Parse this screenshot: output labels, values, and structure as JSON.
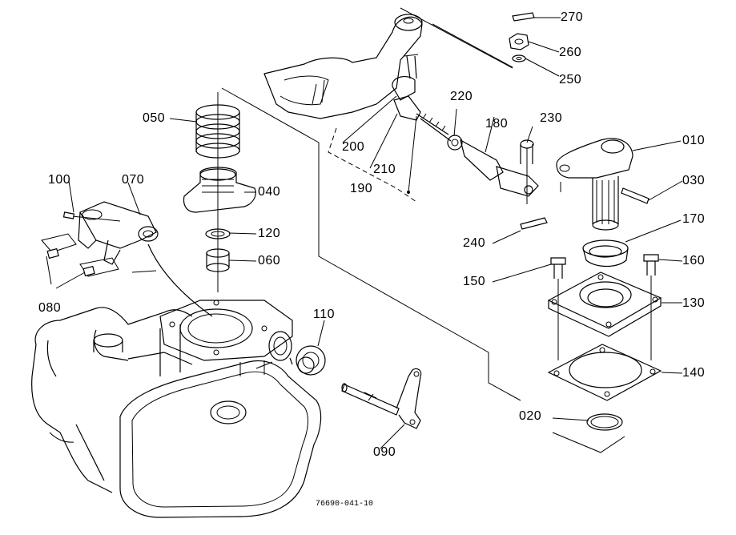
{
  "drawing_number": "76690-041-10",
  "parts": [
    {
      "id": "p010",
      "label": "010"
    },
    {
      "id": "p020",
      "label": "020"
    },
    {
      "id": "p030",
      "label": "030"
    },
    {
      "id": "p040",
      "label": "040"
    },
    {
      "id": "p050",
      "label": "050"
    },
    {
      "id": "p060",
      "label": "060"
    },
    {
      "id": "p070",
      "label": "070"
    },
    {
      "id": "p080",
      "label": "080"
    },
    {
      "id": "p090",
      "label": "090"
    },
    {
      "id": "p100",
      "label": "100"
    },
    {
      "id": "p110",
      "label": "110"
    },
    {
      "id": "p120",
      "label": "120"
    },
    {
      "id": "p130",
      "label": "130"
    },
    {
      "id": "p140",
      "label": "140"
    },
    {
      "id": "p150",
      "label": "150"
    },
    {
      "id": "p160",
      "label": "160"
    },
    {
      "id": "p170",
      "label": "170"
    },
    {
      "id": "p180",
      "label": "180"
    },
    {
      "id": "p190",
      "label": "190"
    },
    {
      "id": "p200",
      "label": "200"
    },
    {
      "id": "p210",
      "label": "210"
    },
    {
      "id": "p220",
      "label": "220"
    },
    {
      "id": "p230",
      "label": "230"
    },
    {
      "id": "p240",
      "label": "240"
    },
    {
      "id": "p250",
      "label": "250"
    },
    {
      "id": "p260",
      "label": "260"
    },
    {
      "id": "p270",
      "label": "270"
    }
  ]
}
